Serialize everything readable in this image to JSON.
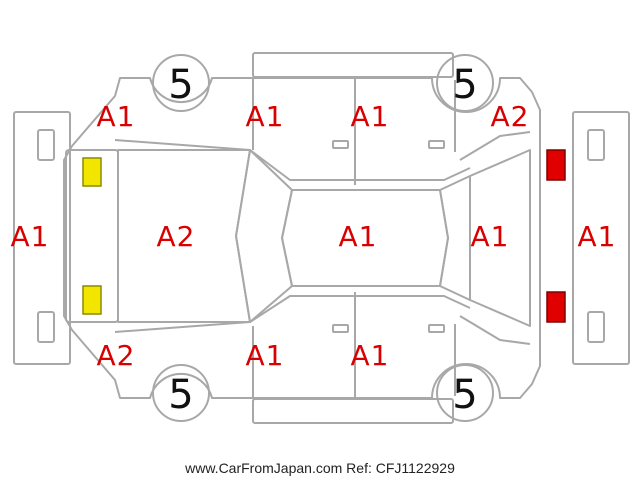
{
  "colors": {
    "outline": "#a8a8a8",
    "code_text": "#d90000",
    "front_lamp": "#f2e600",
    "rear_lamp": "#e00000"
  },
  "tires": {
    "front_left": "5",
    "rear_left": "5",
    "front_right": "5",
    "rear_right": "5"
  },
  "codes": {
    "front_bumper": "A1",
    "front_fender_left": "A1",
    "front_door_left": "A1",
    "rear_door_left": "A1",
    "rear_fender_left": "A2",
    "hood": "A2",
    "roof": "A1",
    "trunk": "A1",
    "rear_bumper": "A1",
    "front_fender_right": "A2",
    "front_door_right": "A1",
    "rear_door_right": "A1"
  },
  "footer": "www.CarFromJapan.com Ref: CFJ1122929"
}
